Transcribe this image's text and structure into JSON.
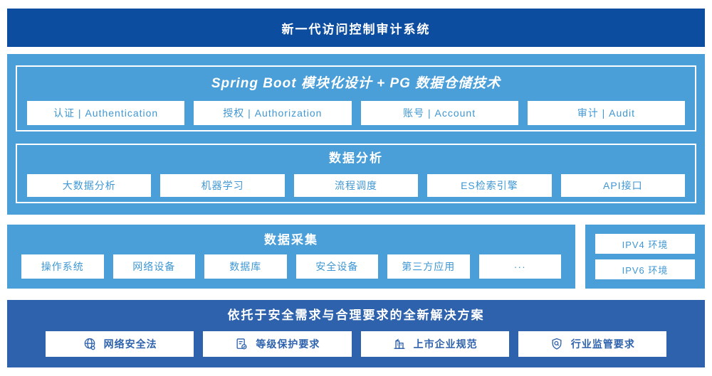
{
  "banner": {
    "title": "新一代访问控制审计系统"
  },
  "platform": {
    "title": "Spring Boot 模块化设计 + PG 数据仓储技术",
    "modules": [
      {
        "label": "认证 | Authentication"
      },
      {
        "label": "授权 | Authorization"
      },
      {
        "label": "账号 | Account"
      },
      {
        "label": "审计 | Audit"
      }
    ],
    "analysis": {
      "title": "数据分析",
      "items": [
        {
          "label": "大数据分析"
        },
        {
          "label": "机器学习"
        },
        {
          "label": "流程调度"
        },
        {
          "label": "ES检索引擎"
        },
        {
          "label": "API接口"
        }
      ]
    }
  },
  "collection": {
    "title": "数据采集",
    "items": [
      {
        "label": "操作系统"
      },
      {
        "label": "网络设备"
      },
      {
        "label": "数据库"
      },
      {
        "label": "安全设备"
      },
      {
        "label": "第三方应用"
      },
      {
        "label": "···"
      }
    ]
  },
  "environment": {
    "items": [
      {
        "label": "IPV4 环境"
      },
      {
        "label": "IPV6 环境"
      }
    ]
  },
  "solution": {
    "title": "依托于安全需求与合理要求的全新解决方案",
    "items": [
      {
        "icon": "globe-icon",
        "label": "网络安全法"
      },
      {
        "icon": "document-check-icon",
        "label": "等级保护要求"
      },
      {
        "icon": "building-icon",
        "label": "上市企业规范"
      },
      {
        "icon": "shield-search-icon",
        "label": "行业监管要求"
      }
    ]
  },
  "colors": {
    "banner_bg": "#0d4da0",
    "section_bg": "#4a9fd9",
    "solution_bg": "#2e62ad",
    "box_bg": "#ffffff",
    "box_text": "#3f97d3",
    "solution_text": "#2e62ad"
  }
}
